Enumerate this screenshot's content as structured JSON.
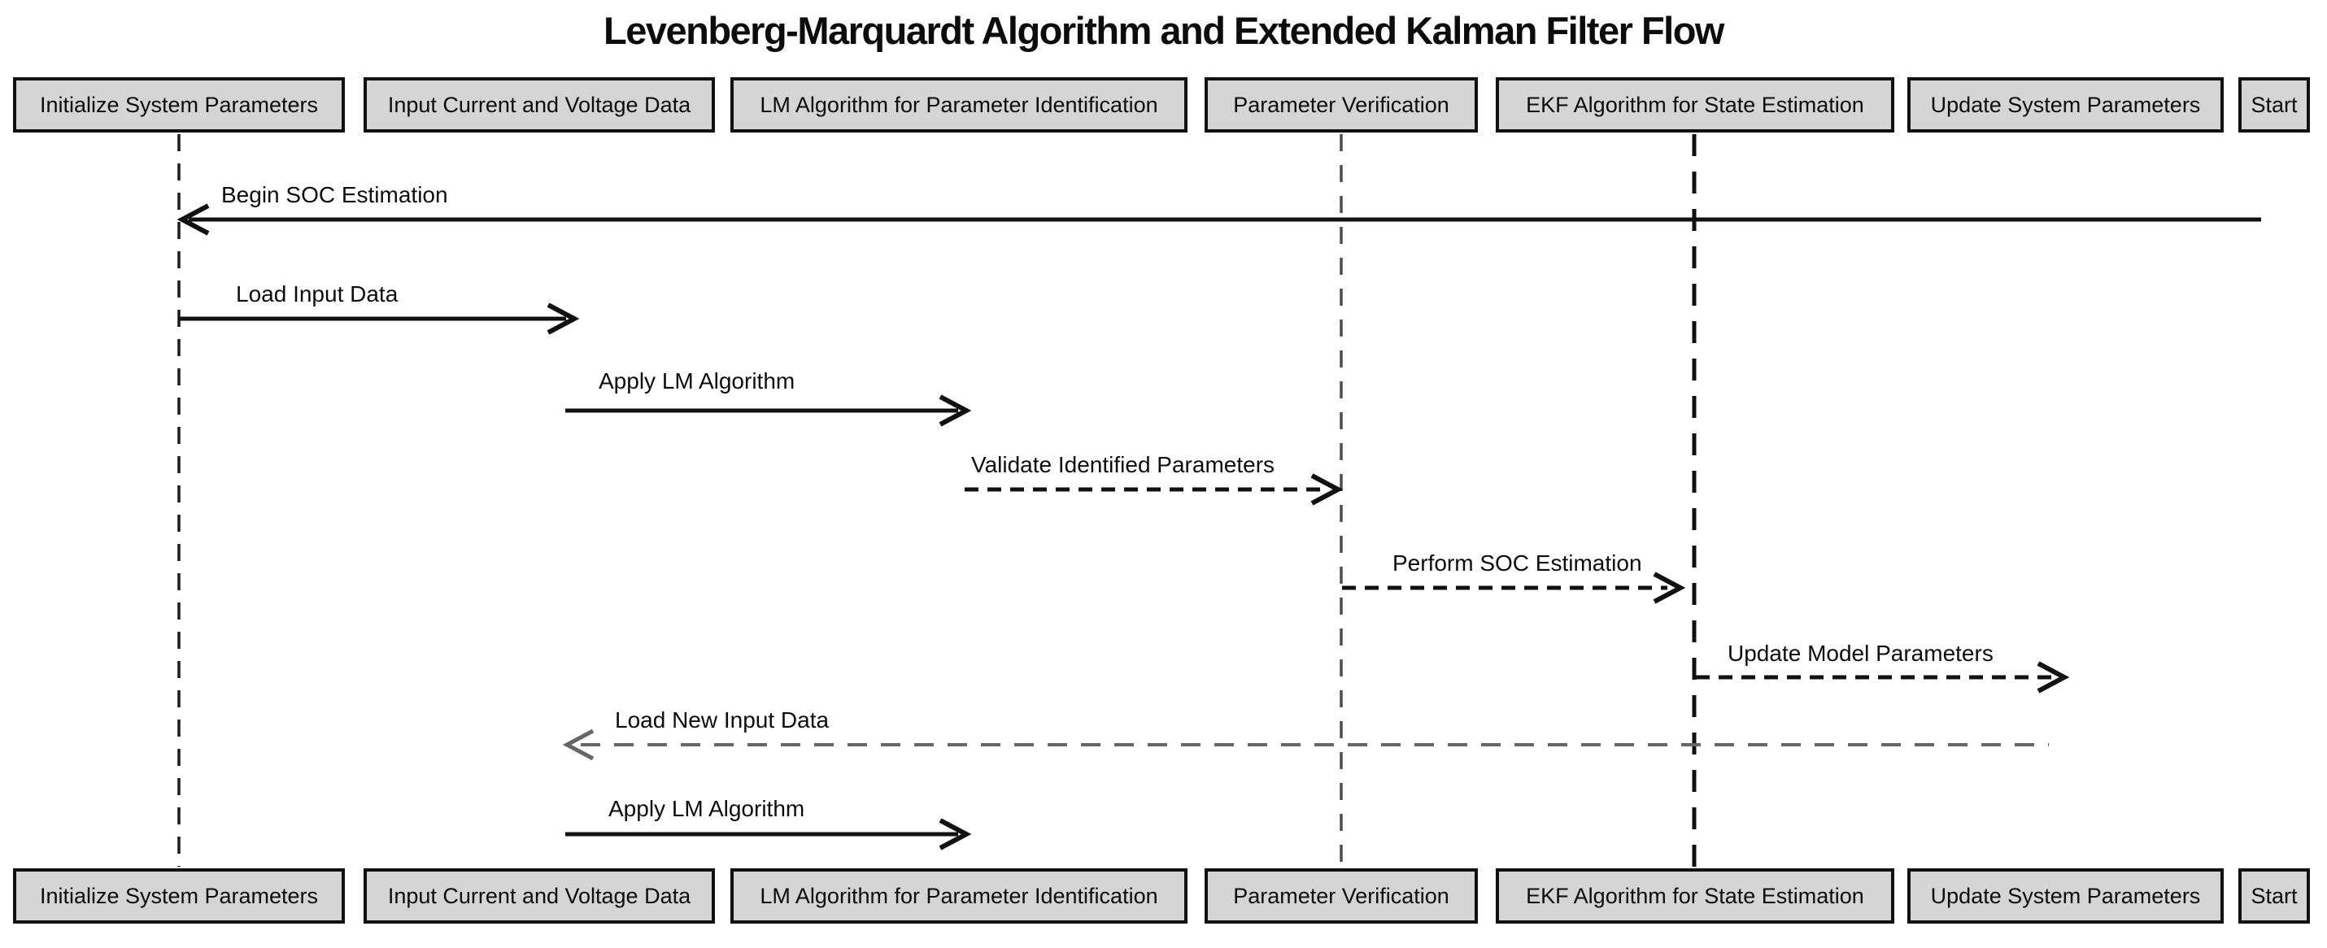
{
  "title": "Levenberg-Marquardt Algorithm and Extended Kalman Filter Flow",
  "diagram_type": "sequence-flow",
  "participants": [
    {
      "id": "initialize-system-parameters",
      "label": "Initialize System Parameters",
      "lifeline": true
    },
    {
      "id": "input-current-voltage-data",
      "label": "Input Current and Voltage Data",
      "lifeline": false
    },
    {
      "id": "lm-algorithm",
      "label": "LM Algorithm for Parameter Identification",
      "lifeline": false
    },
    {
      "id": "parameter-verification",
      "label": "Parameter Verification",
      "lifeline": true
    },
    {
      "id": "ekf-algorithm",
      "label": "EKF Algorithm for State Estimation",
      "lifeline": true
    },
    {
      "id": "update-system-parameters",
      "label": "Update System Parameters",
      "lifeline": false
    },
    {
      "id": "start",
      "label": "Start",
      "lifeline": false
    }
  ],
  "messages": [
    {
      "label": "Begin SOC Estimation",
      "from": "start",
      "to": "initialize-system-parameters",
      "line": "solid",
      "color": "#111111",
      "direction": "left"
    },
    {
      "label": "Load Input Data",
      "from": "initialize-system-parameters",
      "to": "input-current-voltage-data",
      "line": "solid",
      "color": "#111111",
      "direction": "right"
    },
    {
      "label": "Apply LM Algorithm",
      "from": "input-current-voltage-data",
      "to": "lm-algorithm",
      "line": "solid",
      "color": "#111111",
      "direction": "right"
    },
    {
      "label": "Validate Identified Parameters",
      "from": "lm-algorithm",
      "to": "parameter-verification",
      "line": "dashed",
      "color": "#111111",
      "direction": "right"
    },
    {
      "label": "Perform SOC Estimation",
      "from": "parameter-verification",
      "to": "ekf-algorithm",
      "line": "dashed",
      "color": "#111111",
      "direction": "right"
    },
    {
      "label": "Update Model Parameters",
      "from": "ekf-algorithm",
      "to": "update-system-parameters",
      "line": "dashed",
      "color": "#111111",
      "direction": "right"
    },
    {
      "label": "Load New Input Data",
      "from": "update-system-parameters",
      "to": "input-current-voltage-data",
      "line": "dashed",
      "color": "#666666",
      "direction": "left"
    },
    {
      "label": "Apply LM Algorithm",
      "from": "input-current-voltage-data",
      "to": "lm-algorithm",
      "line": "solid",
      "color": "#111111",
      "direction": "right"
    }
  ],
  "colors": {
    "background": "#ffffff",
    "box_fill": "#d5d5d5",
    "box_border": "#111111",
    "text": "#0d0d0d",
    "solid_line": "#111111",
    "return_line": "#666666",
    "lifeline_gray": "#4d4d4d"
  }
}
